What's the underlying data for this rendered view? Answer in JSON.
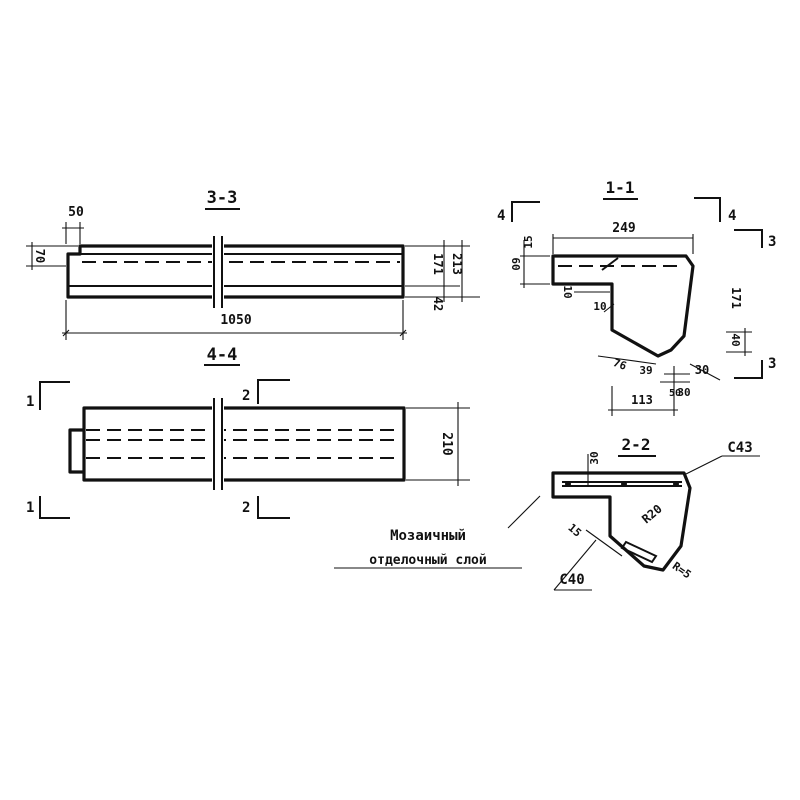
{
  "sections": {
    "s33": "3-3",
    "s44": "4-4",
    "s11": "1-1",
    "s22": "2-2"
  },
  "cut_marks": {
    "c1_top": "1",
    "c1_bot": "1",
    "c2_top": "2",
    "c2_bot": "2",
    "c3_top": "3",
    "c3_bot": "3",
    "c4_left": "4",
    "c4_right": "4"
  },
  "dimensions": {
    "d50": "50",
    "d70": "70",
    "d1050": "1050",
    "d171a": "171",
    "d213": "213",
    "d42": "42",
    "d210": "210",
    "d15a": "15",
    "d60": "60",
    "d249": "249",
    "d10": "10",
    "d10b": "10",
    "d171b": "171",
    "d40": "40",
    "d30": "30",
    "d76": "76",
    "d39": "39",
    "d113": "113",
    "d50b": "50",
    "d30b": "30",
    "dR20": "R20",
    "d15b": "15",
    "dR5": "R=5"
  },
  "labels": {
    "rebar_c43": "С43",
    "rebar_c40": "С40",
    "mosaic_line1": "Мозаичный",
    "mosaic_line2": "отделочный слой"
  }
}
